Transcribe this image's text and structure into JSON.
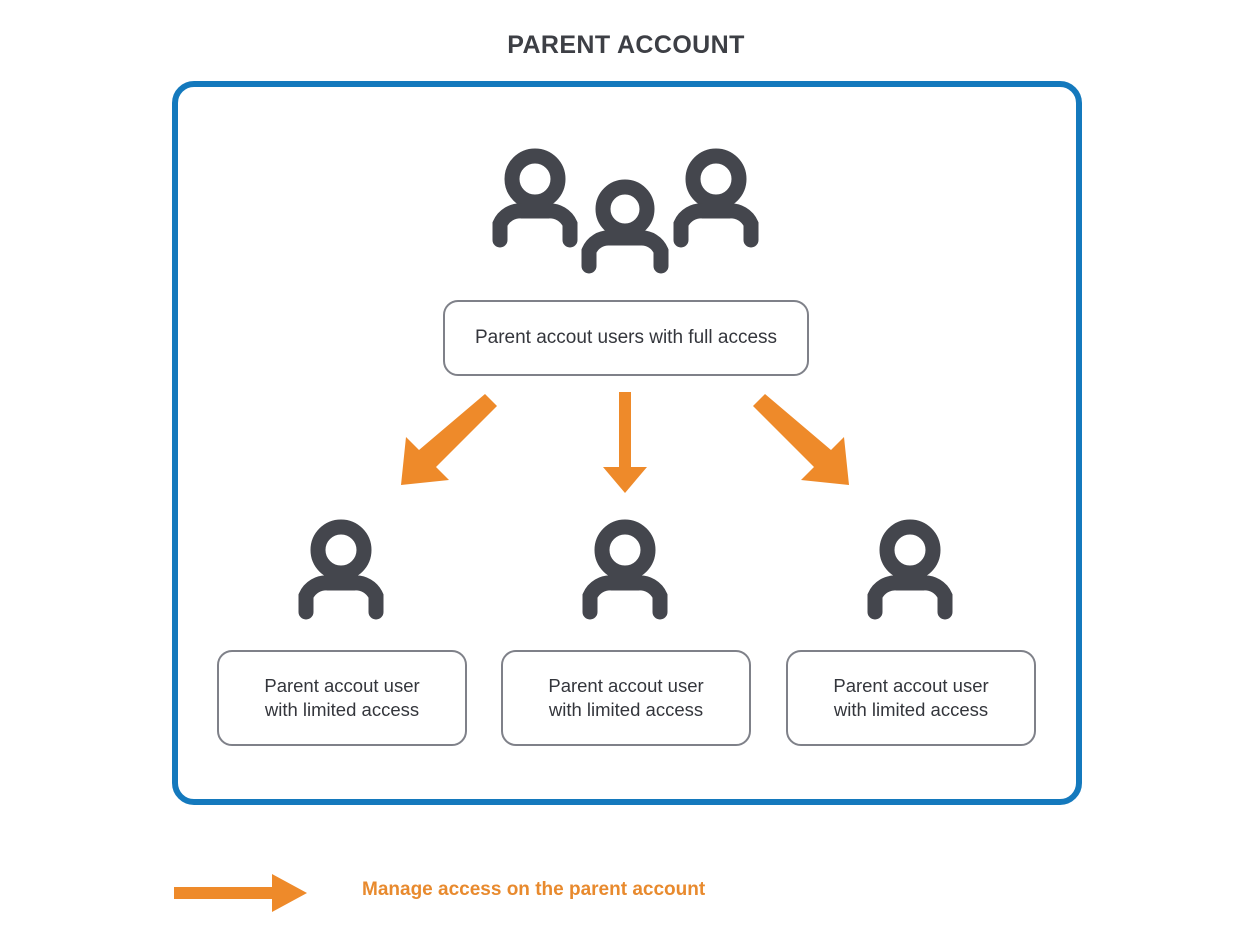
{
  "page": {
    "title": "PARENT ACCOUNT",
    "background_color": "#ffffff"
  },
  "colors": {
    "container_border": "#1479bd",
    "arrow_orange": "#ee8a2a",
    "icon_gray": "#44464d",
    "box_border": "#7f8189",
    "text_dark": "#34363c",
    "title_color": "#3d3f45",
    "legend_text": "#e88a2e"
  },
  "container": {
    "name": "parent-account-container",
    "top_icons": {
      "icon_name": "group-of-users-icon",
      "count": 3
    },
    "primary_label": "Parent accout users with full access",
    "arrows": [
      {
        "name": "arrow-down-left",
        "direction": "down-left"
      },
      {
        "name": "arrow-down",
        "direction": "down"
      },
      {
        "name": "arrow-down-right",
        "direction": "down-right"
      }
    ],
    "children": [
      {
        "icon_name": "user-icon",
        "line1": "Parent accout user",
        "line2": "with limited access"
      },
      {
        "icon_name": "user-icon",
        "line1": "Parent accout user",
        "line2": "with limited access"
      },
      {
        "icon_name": "user-icon",
        "line1": "Parent accout user",
        "line2": "with limited access"
      }
    ]
  },
  "legend": {
    "arrow_icon_name": "arrow-right-icon",
    "label": "Manage access on the parent account"
  }
}
